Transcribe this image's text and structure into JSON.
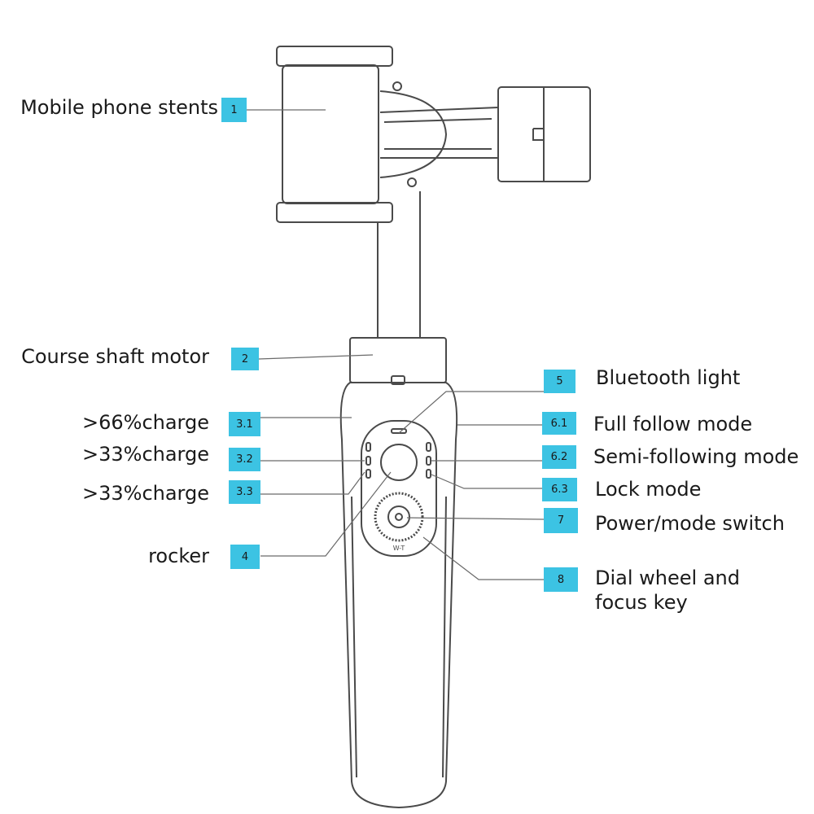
{
  "colors": {
    "badge": "#3cc3e3",
    "line": "#4a4a4a",
    "leader": "#6a6a6a",
    "text": "#1a1a1a"
  },
  "labels": {
    "phone_stents": "Mobile phone stents",
    "course_motor": "Course shaft motor",
    "charge_66": ">66%charge",
    "charge_33a": ">33%charge",
    "charge_33b": ">33%charge",
    "rocker": "rocker",
    "bluetooth": "Bluetooth light",
    "full_follow": "Full follow mode",
    "semi_follow": "Semi-following mode",
    "lock": "Lock mode",
    "power_switch": "Power/mode switch",
    "dial_line1": "Dial wheel and",
    "dial_line2": "focus key"
  },
  "badges": {
    "b1": "1",
    "b2": "2",
    "b31": "3.1",
    "b32": "3.2",
    "b33": "3.3",
    "b4": "4",
    "b5": "5",
    "b61": "6.1",
    "b62": "6.2",
    "b63": "6.3",
    "b7": "7",
    "b8": "8"
  },
  "device": {
    "dial_text": "W-T"
  }
}
